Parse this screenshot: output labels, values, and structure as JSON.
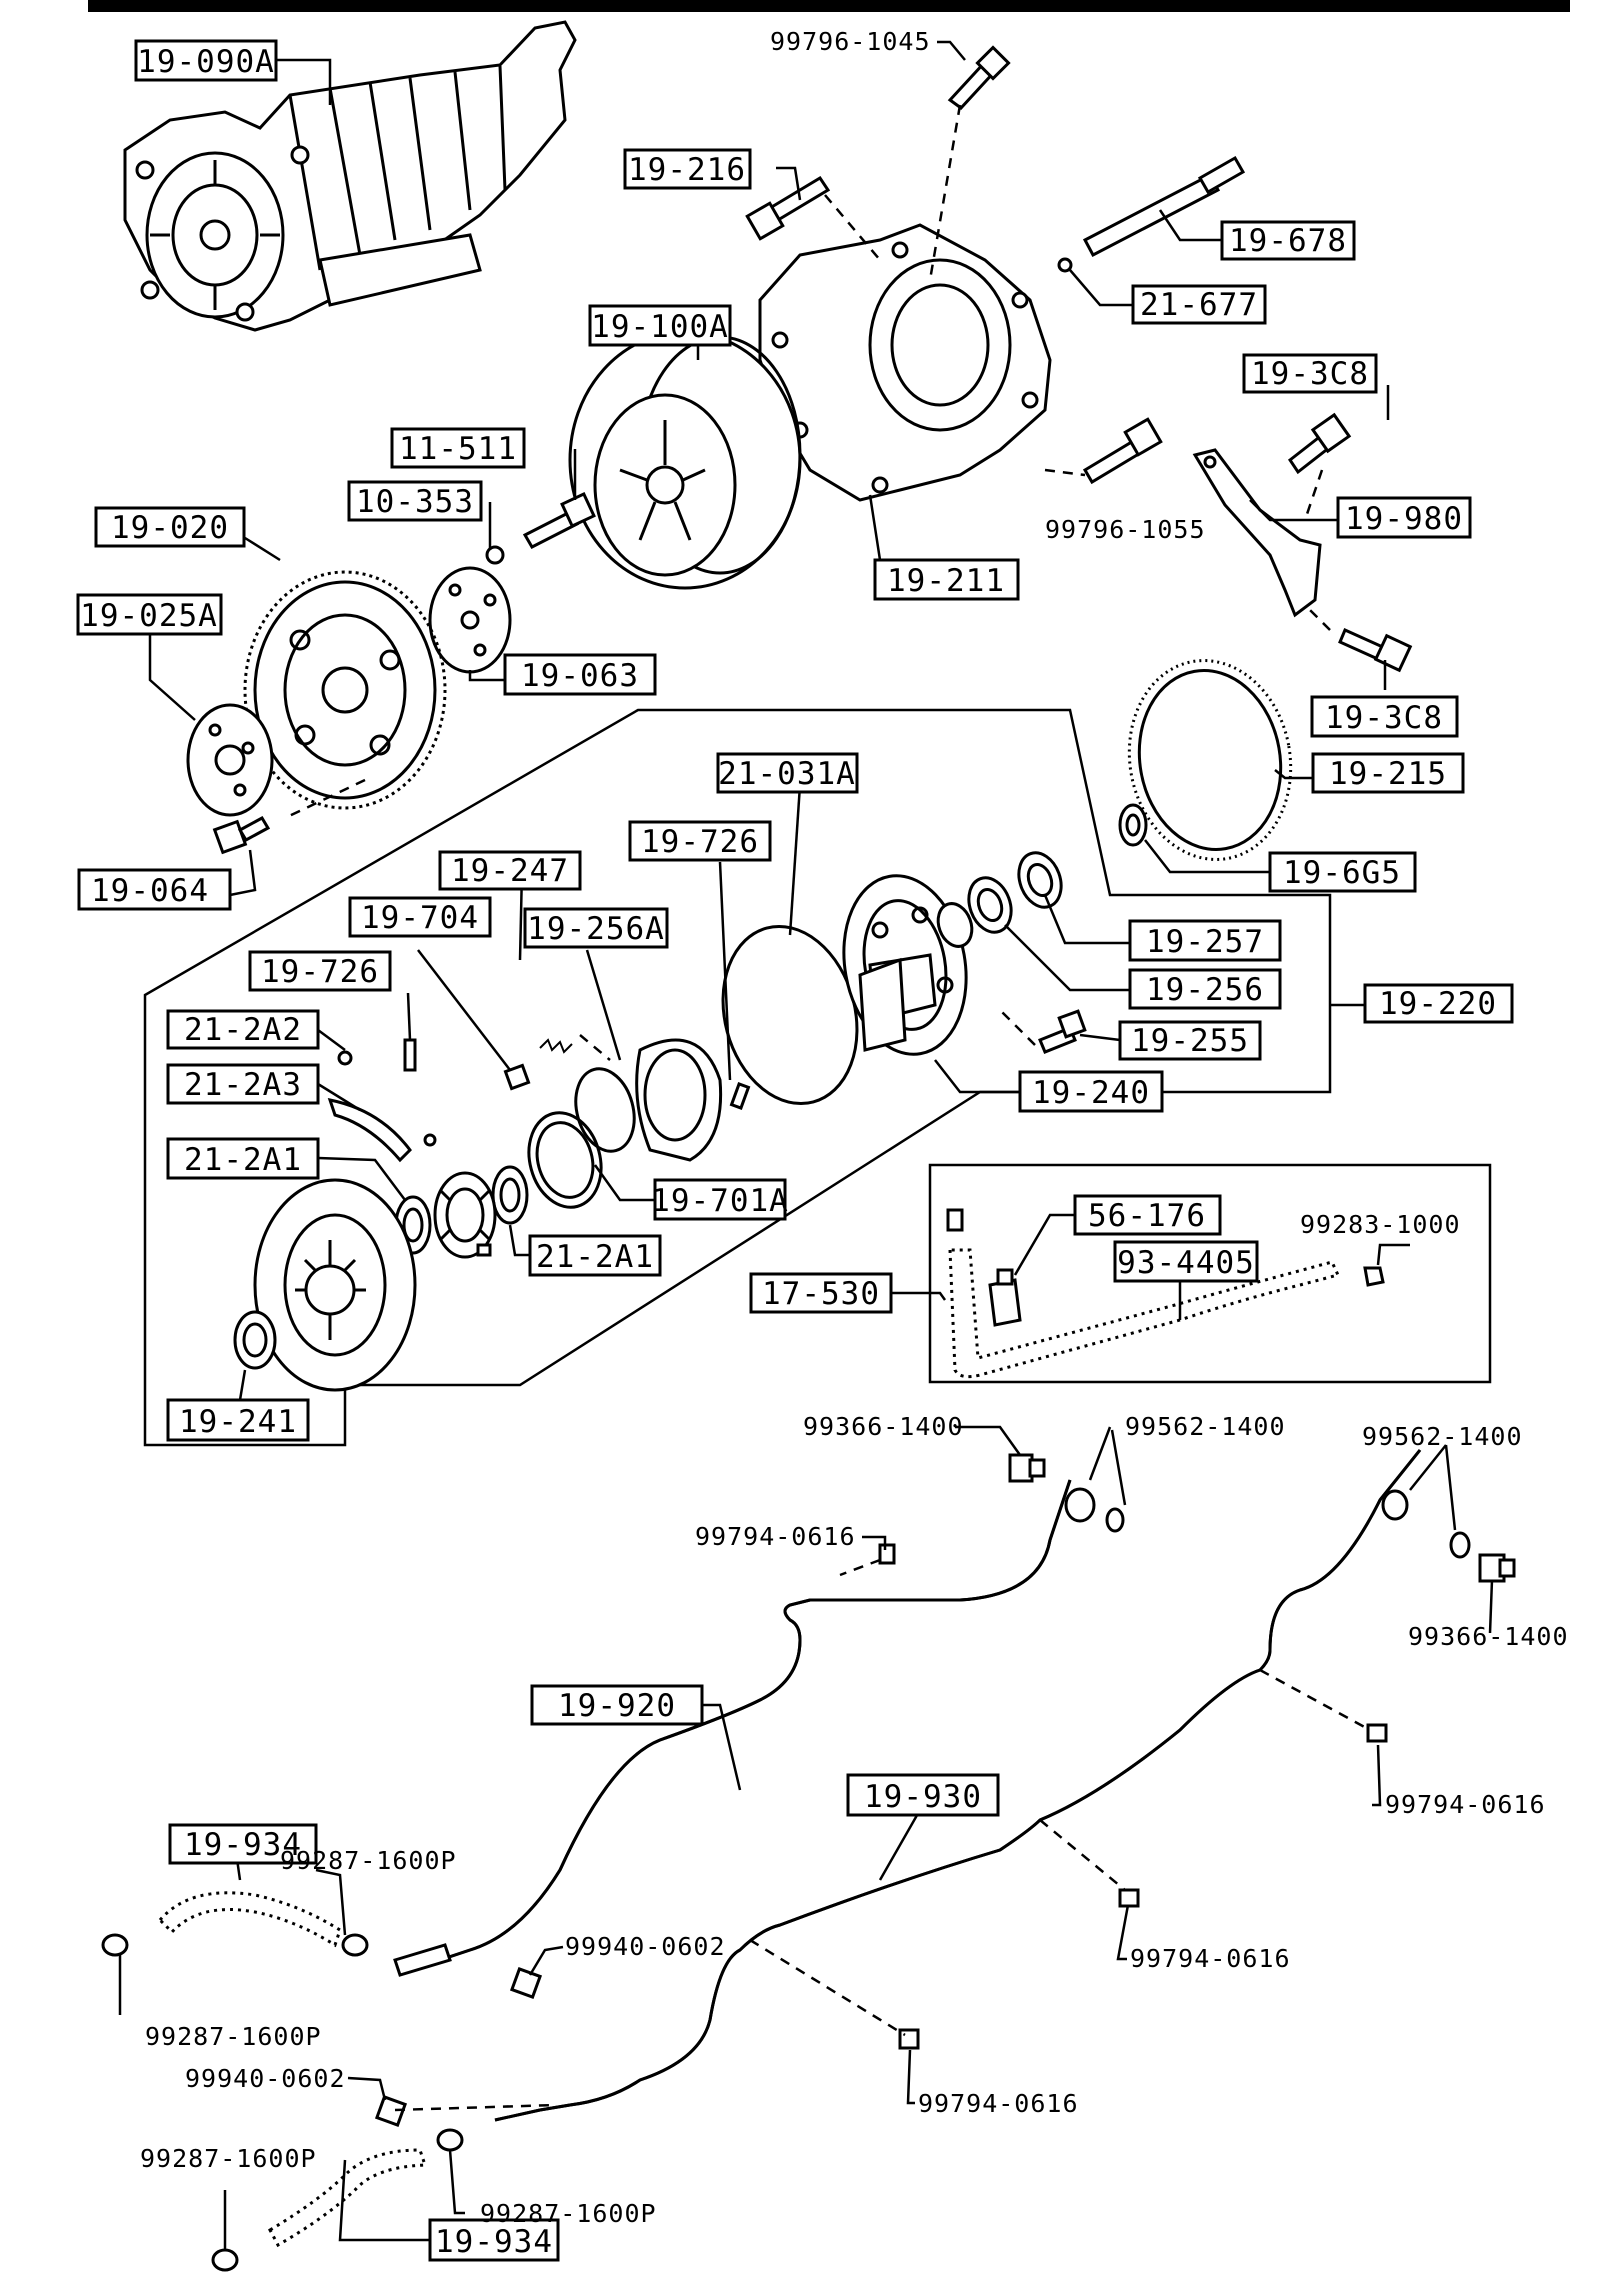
{
  "boxed_labels": {
    "l19_090A": "19-090A",
    "l19_216": "19-216",
    "l19_678": "19-678",
    "l21_677": "21-677",
    "l19_100A": "19-100A",
    "l19_3C8_top": "19-3C8",
    "l11_511": "11-511",
    "l10_353": "10-353",
    "l19_020": "19-020",
    "l19_980": "19-980",
    "l19_025A": "19-025A",
    "l19_211": "19-211",
    "l19_063": "19-063",
    "l19_3C8_bottom": "19-3C8",
    "l19_215": "19-215",
    "l21_031A": "21-031A",
    "l19_064": "19-064",
    "l19_726_top": "19-726",
    "l19_6G5": "19-6G5",
    "l19_247": "19-247",
    "l19_704": "19-704",
    "l19_256A": "19-256A",
    "l19_257": "19-257",
    "l19_726_left": "19-726",
    "l19_256": "19-256",
    "l19_220": "19-220",
    "l21_2A2": "21-2A2",
    "l19_255": "19-255",
    "l21_2A3": "21-2A3",
    "l19_240": "19-240",
    "l21_2A1_left": "21-2A1",
    "l19_701A": "19-701A",
    "l21_2A1_right": "21-2A1",
    "l56_176": "56-176",
    "l93_4405": "93-4405",
    "l17_530": "17-530",
    "l19_241": "19-241",
    "l19_920": "19-920",
    "l19_930": "19-930",
    "l19_934_top": "19-934",
    "l19_934_bottom": "19-934"
  },
  "plain_labels": {
    "p99796_1045": "99796-1045",
    "p99796_1055": "99796-1055",
    "p99283_1000": "99283-1000",
    "p99366_1400_top": "99366-1400",
    "p99562_1400_mid": "99562-1400",
    "p99562_1400_right": "99562-1400",
    "p99794_0616_a": "99794-0616",
    "p99366_1400_right": "99366-1400",
    "p99794_0616_b": "99794-0616",
    "p99287_1600P_a": "99287-1600P",
    "p99940_0602_a": "99940-0602",
    "p99794_0616_c": "99794-0616",
    "p99287_1600P_b": "99287-1600P",
    "p99940_0602_b": "99940-0602",
    "p99794_0616_d": "99794-0616",
    "p99287_1600P_c": "99287-1600P",
    "p99287_1600P_d": "99287-1600P"
  }
}
